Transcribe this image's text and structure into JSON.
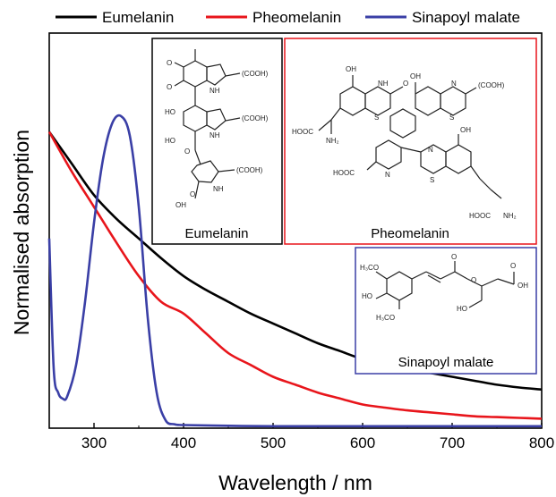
{
  "chart_data": {
    "type": "line",
    "title": "",
    "xlabel": "Wavelength / nm",
    "ylabel": "Normalised absorption",
    "xlim": [
      250,
      800
    ],
    "ylim": [
      0,
      1.0
    ],
    "x_ticks": [
      300,
      400,
      500,
      600,
      700,
      800
    ],
    "y_ticks_shown": false,
    "grid": false,
    "legend_position": "top",
    "series": [
      {
        "name": "Eumelanin",
        "color": "#000000",
        "x": [
          250,
          275,
          300,
          325,
          350,
          375,
          400,
          425,
          450,
          475,
          500,
          525,
          550,
          575,
          600,
          625,
          650,
          675,
          700,
          725,
          750,
          775,
          800
        ],
        "y": [
          0.75,
          0.67,
          0.59,
          0.53,
          0.48,
          0.43,
          0.385,
          0.35,
          0.32,
          0.29,
          0.265,
          0.24,
          0.215,
          0.195,
          0.175,
          0.165,
          0.15,
          0.14,
          0.13,
          0.12,
          0.11,
          0.103,
          0.098
        ]
      },
      {
        "name": "Pheomelanin",
        "color": "#e8151b",
        "x": [
          250,
          275,
          300,
          325,
          350,
          375,
          400,
          425,
          450,
          475,
          500,
          525,
          550,
          575,
          600,
          625,
          650,
          675,
          700,
          725,
          750,
          775,
          800
        ],
        "y": [
          0.75,
          0.65,
          0.56,
          0.47,
          0.385,
          0.32,
          0.29,
          0.24,
          0.19,
          0.16,
          0.13,
          0.11,
          0.09,
          0.075,
          0.06,
          0.052,
          0.045,
          0.04,
          0.035,
          0.03,
          0.028,
          0.026,
          0.024
        ]
      },
      {
        "name": "Sinapoyl malate",
        "color": "#3a3fa6",
        "x": [
          250,
          255,
          260,
          265,
          270,
          280,
          290,
          300,
          310,
          320,
          330,
          340,
          350,
          360,
          370,
          380,
          390,
          400,
          450,
          500,
          600,
          700,
          800
        ],
        "y": [
          0.48,
          0.15,
          0.09,
          0.075,
          0.08,
          0.16,
          0.32,
          0.52,
          0.68,
          0.77,
          0.79,
          0.74,
          0.56,
          0.28,
          0.09,
          0.02,
          0.01,
          0.008,
          0.006,
          0.005,
          0.005,
          0.005,
          0.005
        ]
      }
    ]
  },
  "insets": {
    "eumelanin": {
      "caption": "Eumelanin",
      "frame_color": "#000000"
    },
    "pheomelanin": {
      "caption": "Pheomelanin",
      "frame_color": "#e8151b"
    },
    "sinapoyl": {
      "caption": "Sinapoyl malate",
      "frame_color": "#3a3fa6"
    }
  },
  "chem_labels": {
    "cooh": "(COOH)",
    "nh": "NH",
    "ho": "HO",
    "oh": "OH",
    "o": "O",
    "n": "N",
    "s": "S",
    "nh2": "NH₂",
    "hooc": "HOOC",
    "h3co": "H₃CO",
    "och3": "H₃CO"
  }
}
